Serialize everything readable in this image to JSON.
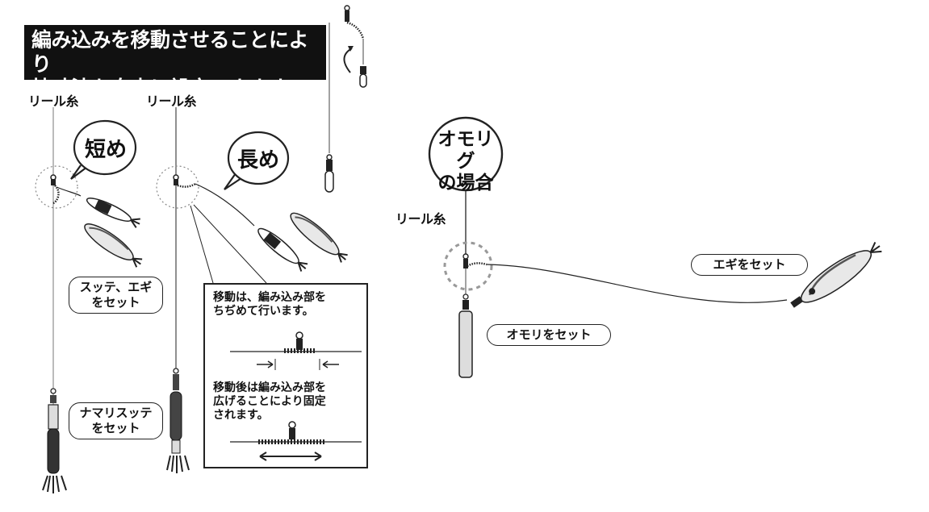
{
  "title": {
    "line1": "編み込みを移動させることにより",
    "line2": "枝寸法を自由に設定できます"
  },
  "labels": {
    "reel_line_1": "リール糸",
    "reel_line_2": "リール糸",
    "reel_line_3": "リール糸"
  },
  "bubbles": {
    "short": "短め",
    "long": "長め",
    "sinker_case": "オモリグ\nの場合"
  },
  "pills": {
    "sutte_egi": "スッテ、エギ\nをセット",
    "namari_sutte": "ナマリスッテ\nをセット",
    "egi_set": "エギをセット",
    "omori_set": "オモリをセット"
  },
  "info_box": {
    "text1": "移動は、編み込み部を\nちぢめて行います。",
    "text2": "移動後は編み込み部を\n広げることにより固定\nされます。"
  }
}
